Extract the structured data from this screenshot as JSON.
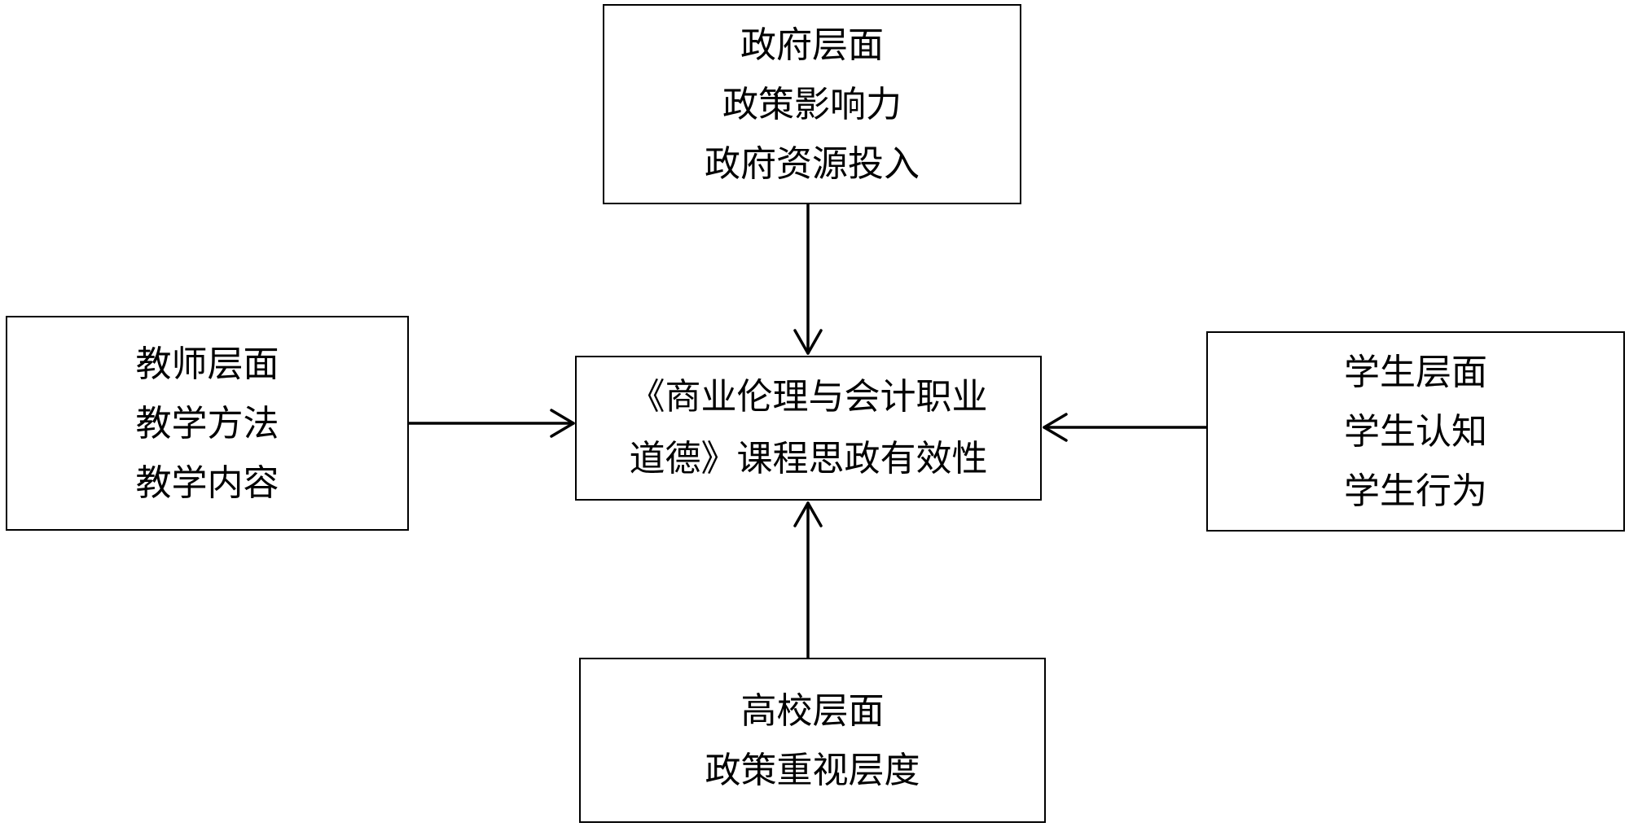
{
  "diagram": {
    "center": {
      "lines": [
        "《商业伦理与会计职业",
        "道德》课程思政有效性"
      ]
    },
    "government": {
      "lines": [
        "政府层面",
        "政策影响力",
        "政府资源投入"
      ]
    },
    "teacher": {
      "lines": [
        "教师层面",
        "教学方法",
        "教学内容"
      ]
    },
    "student": {
      "lines": [
        "学生层面",
        "学生认知",
        "学生行为"
      ]
    },
    "university": {
      "lines": [
        "高校层面",
        "政策重视层度"
      ]
    }
  }
}
